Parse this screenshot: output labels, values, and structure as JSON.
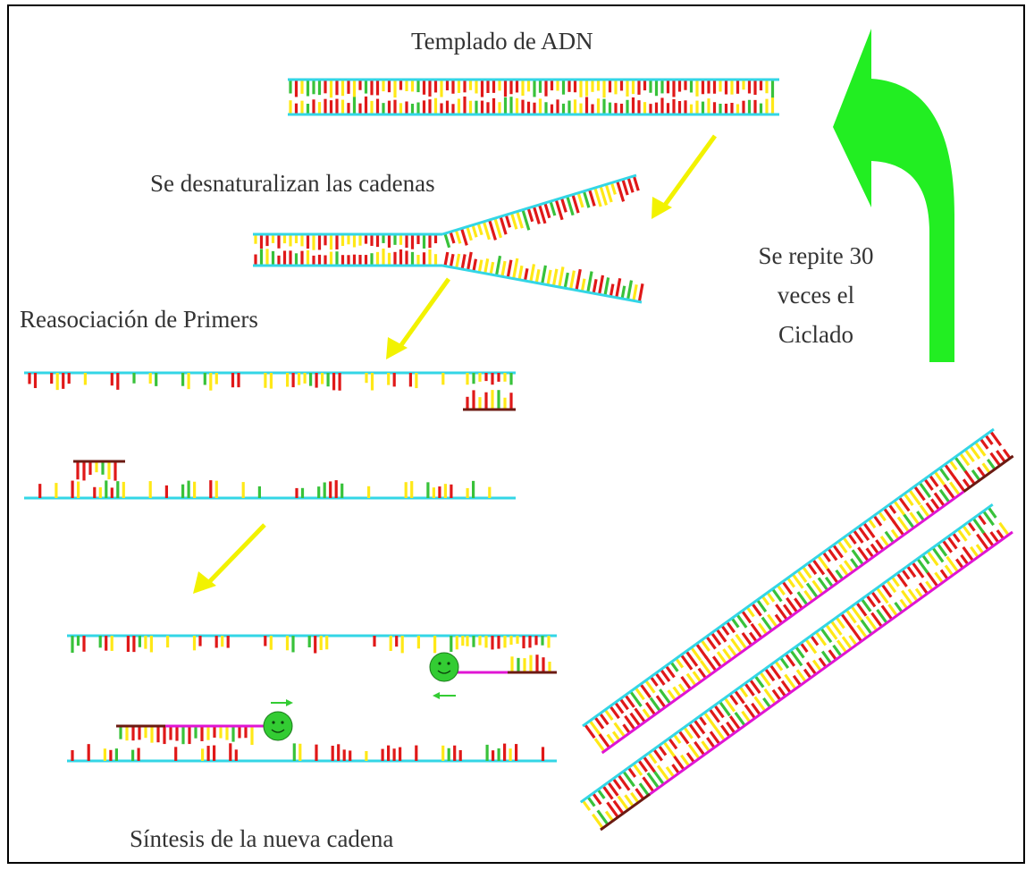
{
  "labels": {
    "template": "Templado de ADN",
    "denature": "Se desnaturalizan las cadenas",
    "annealing": "Reasociación de Primers",
    "synthesis": "Síntesis de la nueva cadena",
    "repeat_line1": "Se repite 30",
    "repeat_line2": "veces el",
    "repeat_line3": "Ciclado"
  },
  "colors": {
    "backbone": "#33d6e6",
    "base_red": "#e01818",
    "base_yellow": "#ffe817",
    "base_green": "#38c23a",
    "primer": "#6b1a12",
    "new_strand": "#e015d4",
    "step_arrow": "#f2f200",
    "cycle_arrow": "#22ee22",
    "polymerase": "#33cc33"
  },
  "icons": {
    "step_arrows": "yellow-arrow",
    "cycle_arrow": "green-curved-arrow",
    "polymerase": "smiley-polymerase-icon"
  }
}
